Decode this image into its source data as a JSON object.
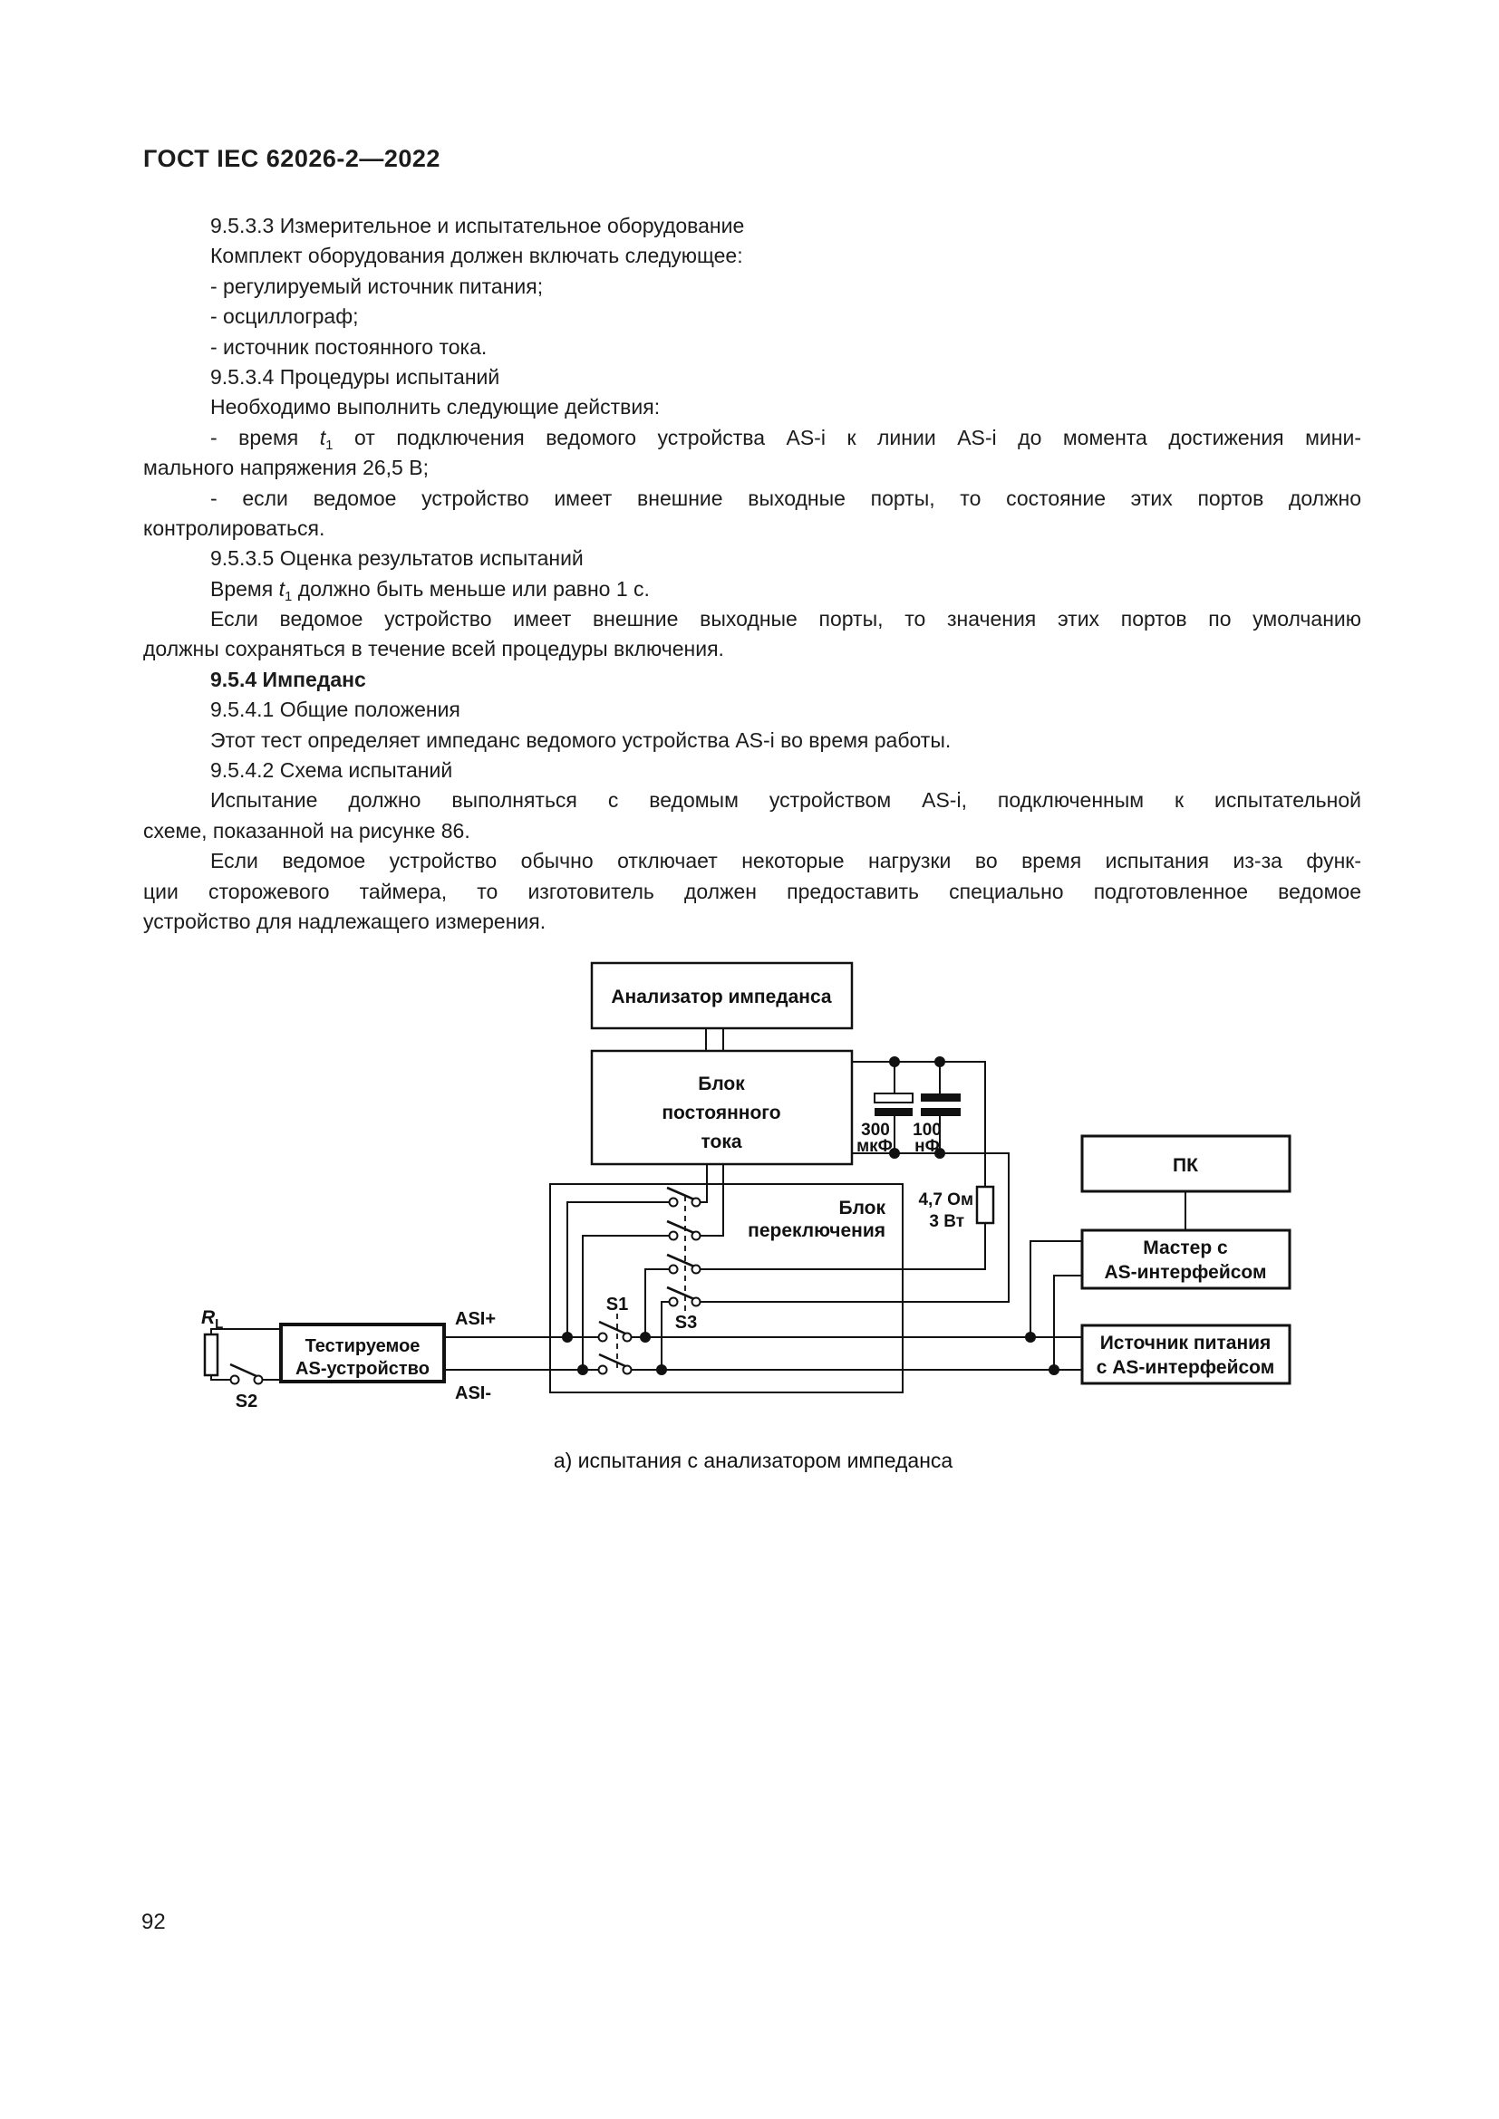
{
  "page": {
    "header": "ГОСТ IEC 62026-2—2022",
    "page_number": "92"
  },
  "document": {
    "lines": [
      {
        "text": "9.5.3.3 Измерительное и испытательное оборудование",
        "indent": true
      },
      {
        "text": "Комплект оборудования должен включать следующее:",
        "indent": true
      },
      {
        "text": "- регулируемый источник питания;",
        "indent": true
      },
      {
        "text": "- осциллограф;",
        "indent": true
      },
      {
        "text": "- источник постоянного тока.",
        "indent": true
      },
      {
        "text": "9.5.3.4 Процедуры испытаний",
        "indent": true
      },
      {
        "text": "Необходимо выполнить следующие действия:",
        "indent": true
      },
      {
        "parts": [
          {
            "t": "- время "
          },
          {
            "t": "t",
            "s": "i"
          },
          {
            "t": "1",
            "s": "sub"
          },
          {
            "t": " от подключения ведомого устройства AS-i к линии AS-i до момента достижения мини-"
          }
        ],
        "indent": true,
        "fill": true
      },
      {
        "text": "мального напряжения 26,5 В;"
      },
      {
        "text": "- если ведомое устройство имеет внешние выходные порты, то состояние этих портов должно",
        "indent": true,
        "fill": true
      },
      {
        "text": "контролироваться."
      },
      {
        "text": "9.5.3.5 Оценка результатов испытаний",
        "indent": true
      },
      {
        "parts": [
          {
            "t": "Время "
          },
          {
            "t": "t",
            "s": "i"
          },
          {
            "t": "1",
            "s": "sub"
          },
          {
            "t": " должно быть меньше или равно 1 с."
          }
        ],
        "indent": true
      },
      {
        "text": "Если ведомое устройство имеет внешние выходные порты, то значения этих портов по умолчанию",
        "indent": true,
        "fill": true
      },
      {
        "text": "должны сохраняться в течение всей процедуры включения."
      },
      {
        "text": "9.5.4 Импеданс",
        "indent": true,
        "bold": true
      },
      {
        "text": "9.5.4.1 Общие положения",
        "indent": true
      },
      {
        "text": "Этот тест определяет импеданс ведомого устройства AS-i во время работы.",
        "indent": true
      },
      {
        "text": "9.5.4.2 Схема испытаний",
        "indent": true
      },
      {
        "text": "Испытание должно выполняться с ведомым устройством AS-i, подключенным к испытательной",
        "indent": true,
        "fill": true
      },
      {
        "text": "схеме, показанной на рисунке 86."
      },
      {
        "text": "Если ведомое устройство обычно отключает некоторые нагрузки во время испытания из-за функ-",
        "indent": true,
        "fill": true
      },
      {
        "text": "ции сторожевого таймера, то изготовитель должен предоставить специально подготовленное ведомое",
        "fill": true
      },
      {
        "text": "устройство для надлежащего измерения."
      }
    ]
  },
  "figure": {
    "caption": "а) испытания с анализатором импеданса",
    "boxes": {
      "impedance_analyzer": {
        "label": "Анализатор импеданса"
      },
      "dc_block": {
        "lines": [
          "Блок",
          "постоянного",
          "тока"
        ]
      },
      "switch_block": {
        "lines": [
          "Блок",
          "переключения"
        ]
      },
      "pc": {
        "label": "ПК"
      },
      "master": {
        "lines": [
          "Мастер с",
          "AS-интерфейсом"
        ]
      },
      "power_supply": {
        "lines": [
          "Источник питания",
          "с AS-интерфейсом"
        ]
      },
      "dut": {
        "lines": [
          "Тестируемое",
          "AS-устройство"
        ]
      }
    },
    "components": {
      "cap1": {
        "lines": [
          "300",
          "мкФ"
        ]
      },
      "cap2": {
        "lines": [
          "100",
          "нФ"
        ]
      },
      "resistor": {
        "lines": [
          "4,7 Ом",
          "3 Вт"
        ]
      },
      "load_resistor": {
        "label": "R",
        "sub": "L"
      },
      "switch_s1": "S1",
      "switch_s2": "S2",
      "switch_s3": "S3",
      "asi_plus": "ASI+",
      "asi_minus": "ASI-"
    }
  }
}
